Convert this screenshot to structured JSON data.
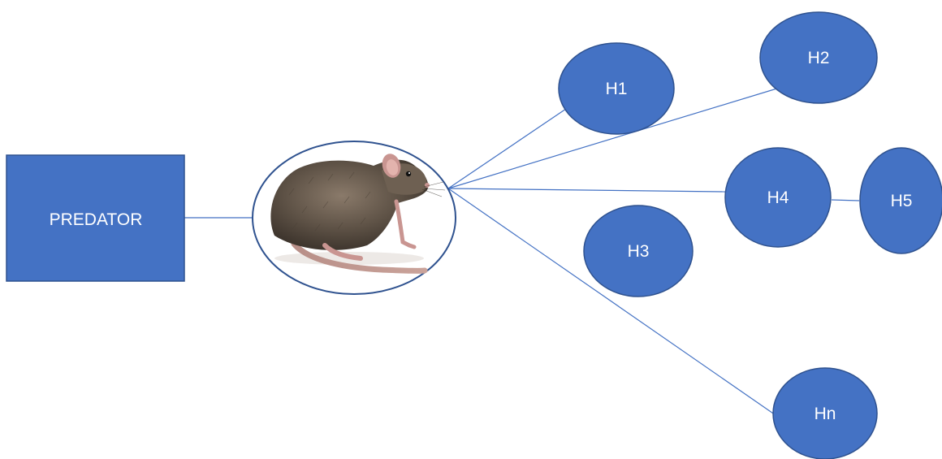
{
  "colors": {
    "node_fill": "#4472C4",
    "node_stroke": "#2F528F",
    "edge": "#4472C4",
    "rat_ellipse_stroke": "#2F528F",
    "label_text": "#FFFFFF"
  },
  "predator": {
    "label": "PREDATOR"
  },
  "prey": {
    "icon": "rat-icon"
  },
  "nodes": {
    "h1": "H1",
    "h2": "H2",
    "h3": "H3",
    "h4": "H4",
    "h5": "H5",
    "hn": "Hn"
  }
}
